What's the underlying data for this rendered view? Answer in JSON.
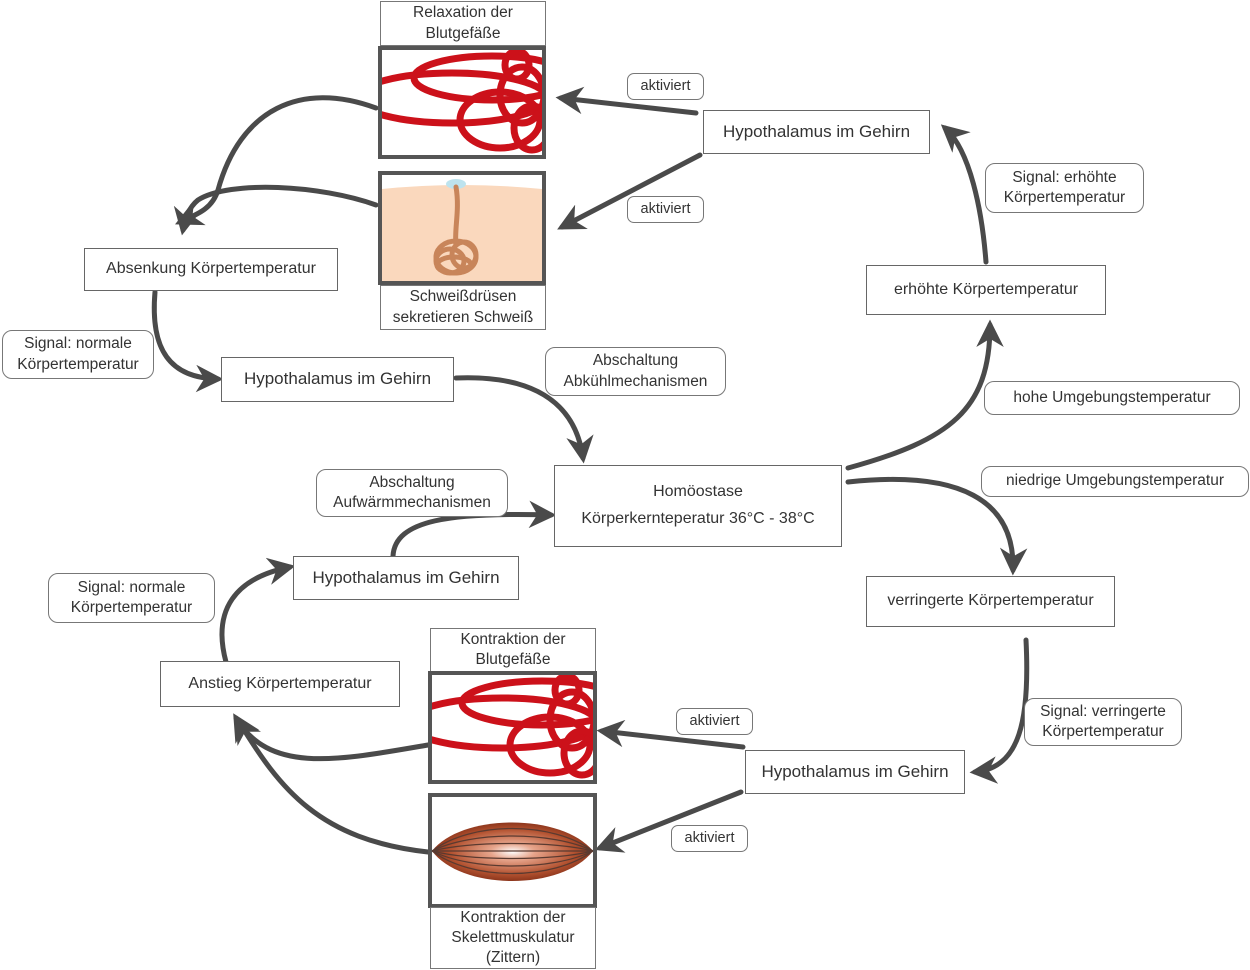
{
  "center": {
    "line1": "Homöostase",
    "line2": "Körperkernteperatur 36°C - 38°C"
  },
  "upper_branch": {
    "trigger": "hohe Umgebungstemperatur",
    "state": "erhöhte Körpertemperatur",
    "signal": "Signal: erhöhte\nKörpertemperatur",
    "brain": "Hypothalamus im Gehirn",
    "activate_1": "aktiviert",
    "activate_2": "aktiviert",
    "effect_vessels": "Relaxation der\nBlutgefäße",
    "effect_sweat": "Schweißdrüsen\nsekretieren Schweiß",
    "result": "Absenkung Körpertemperatur",
    "signal_normal": "Signal: normale\nKörpertemperatur",
    "brain_2": "Hypothalamus im Gehirn",
    "shutdown": "Abschaltung\nAbkühlmechanismen"
  },
  "lower_branch": {
    "trigger": "niedrige Umgebungstemperatur",
    "state": "verringerte Körpertemperatur",
    "signal": "Signal: verringerte\nKörpertemperatur",
    "brain": "Hypothalamus im Gehirn",
    "activate_1": "aktiviert",
    "activate_2": "aktiviert",
    "effect_vessels": "Kontraktion der\nBlutgefäße",
    "effect_muscles": "Kontraktion der\nSkelettmuskulatur\n(Zittern)",
    "result": "Anstieg Körpertemperatur",
    "signal_normal": "Signal: normale\nKörpertemperatur",
    "brain_2": "Hypothalamus im Gehirn",
    "shutdown": "Abschaltung\nAufwärmmechanismen"
  }
}
